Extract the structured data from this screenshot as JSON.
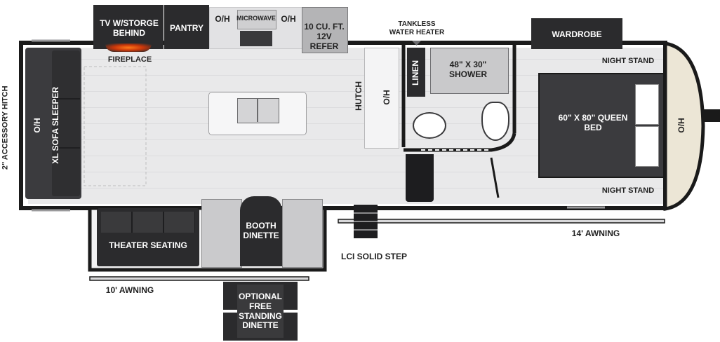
{
  "title": "Floor plan",
  "labels": {
    "tv_storage": "TV W/STORGE BEHIND",
    "pantry": "PANTRY",
    "oh_left": "O/H",
    "microwave": "MICROWAVE",
    "oh_right": "O/H",
    "refer": "10 CU. FT. 12V REFER",
    "fireplace": "FIREPLACE",
    "tankless": "TANKLESS WATER HEATER",
    "wardrobe": "WARDROBE",
    "night_stand_top": "NIGHT STAND",
    "night_stand_bottom": "NIGHT STAND",
    "shower": "48\" x 30\" SHOWER",
    "linen": "LINEN",
    "hutch": "HUTCH",
    "oh_hutch": "O/H",
    "queen_bed": "60\" X 80\" QUEEN BED",
    "oh_front": "O/H",
    "accessory_hitch": "2\" ACCESSORY HITCH",
    "sofa_oh": "O/H",
    "sofa": "XL SOFA SLEEPER",
    "theater": "THEATER SEATING",
    "booth": "BOOTH DINETTE",
    "step": "LCI SOLID STEP",
    "awning_14": "14' AWNING",
    "awning_10": "10' AWNING",
    "optional_dinette": "OPTIONAL FREE STANDING DINETTE"
  },
  "colors": {
    "wall": "#1a1a1a",
    "dark_furniture": "#2b2b2d",
    "floor": "#e9e9ea",
    "front_cap": "#ece6d6"
  }
}
